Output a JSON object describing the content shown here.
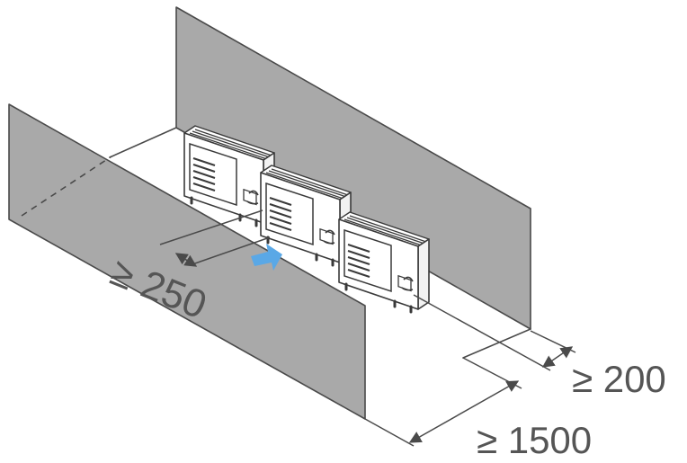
{
  "dimensions": {
    "top_clearance": "≥ 200",
    "front_clearance": "≥ 1500",
    "side_clearance": "≥ 250"
  },
  "colors": {
    "wall": "#a9a9a9",
    "outline": "#4a4a4a",
    "airflow_arrow": "#5aa8e6",
    "text": "#555555"
  },
  "icons": {
    "airflow": "airflow-arrow-icon",
    "unit": "outdoor-ac-unit-icon"
  }
}
